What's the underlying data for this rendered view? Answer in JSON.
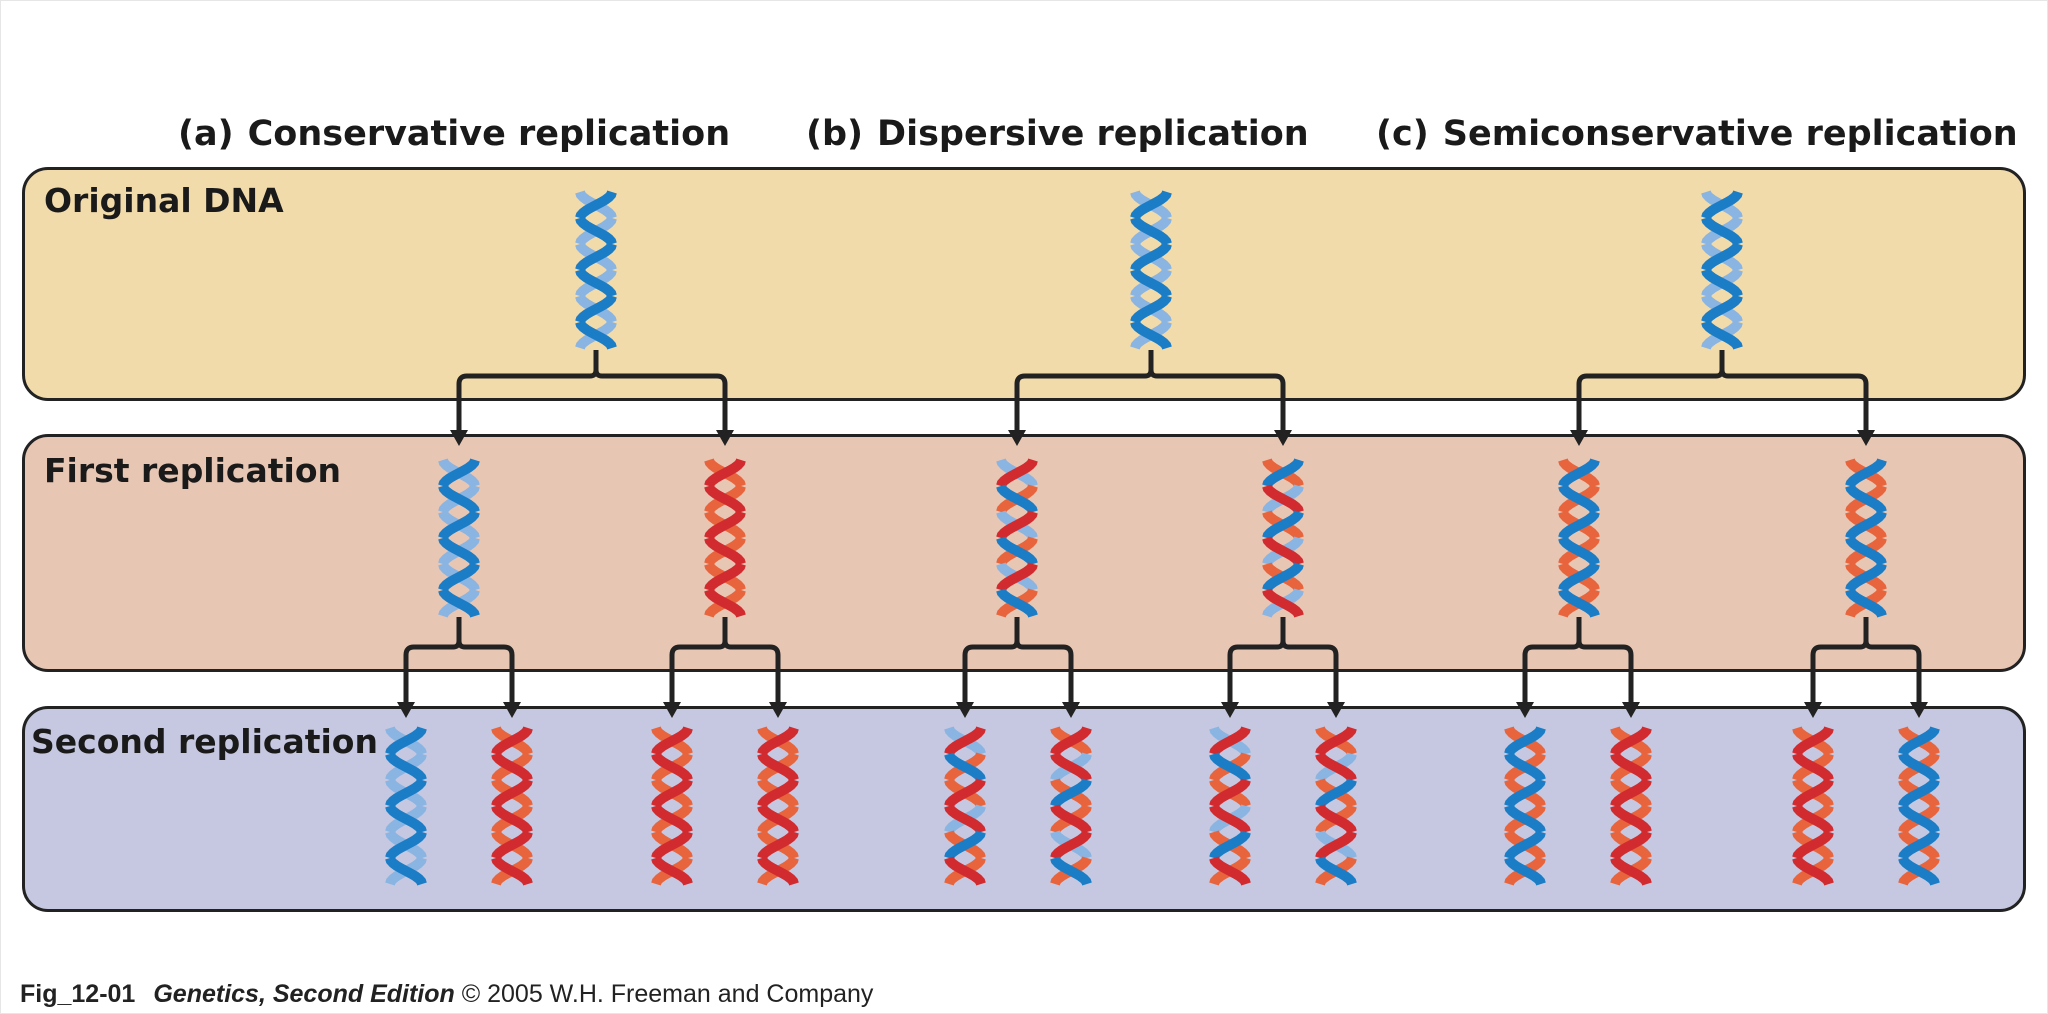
{
  "columns": [
    {
      "id": "a",
      "letter": "(a)",
      "title": "Conservative replication"
    },
    {
      "id": "b",
      "letter": "(b)",
      "title": "Dispersive replication"
    },
    {
      "id": "c",
      "letter": "(c)",
      "title": "Semiconservative replication"
    }
  ],
  "rows": [
    {
      "id": "original",
      "label": "Original DNA",
      "color": "#f2dbab"
    },
    {
      "id": "first",
      "label": "First replication",
      "color": "#e8c6b4"
    },
    {
      "id": "second",
      "label": "Second replication",
      "color": "#c5c8e0"
    }
  ],
  "strand_colors": {
    "original_dark": "#1a7dc6",
    "original_light": "#8ab4e2",
    "new_dark": "#d12a2f",
    "new_light": "#e8643c"
  },
  "caption": {
    "fig": "Fig_12-01",
    "book": "Genetics, Second Edition",
    "rest": " © 2005 W.H. Freeman and Company"
  }
}
